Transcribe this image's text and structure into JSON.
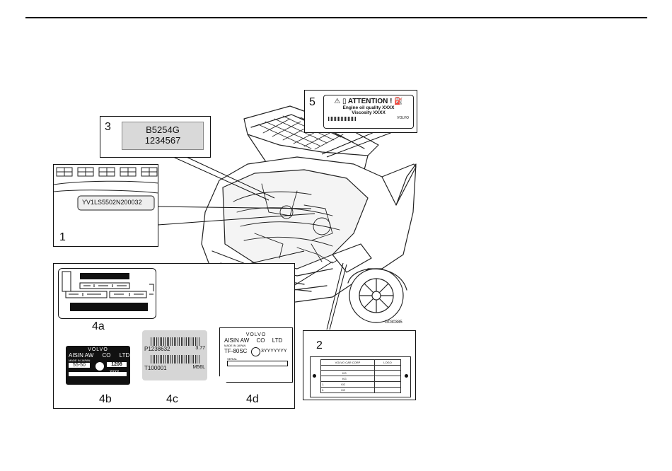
{
  "callouts": {
    "c1": "1",
    "c2": "2",
    "c3": "3",
    "c5": "5",
    "c4a": "4a",
    "c4b": "4b",
    "c4c": "4c",
    "c4d": "4d"
  },
  "label3": {
    "engine_code": "B5254G",
    "serial": "1234567"
  },
  "label1": {
    "vin": "YV1LS5502N200032"
  },
  "label5": {
    "heading": "ATTENTION !",
    "line1": "Engine oil quality XXXX",
    "line2": "Viscosity XXXX",
    "brand": "VOLVO"
  },
  "label4b": {
    "brand": "VOLVO",
    "maker": "AISIN AW",
    "co": "CO",
    "ltd": "LTD",
    "made": "MADE IN JAPAN",
    "model": "55-50",
    "code": "1208",
    "code2": "XXXX"
  },
  "label4c": {
    "part": "P1238632",
    "rev": "3.77",
    "serial": "T100001",
    "suffix": "M56L"
  },
  "label4d": {
    "brand": "VOLVO",
    "maker": "AISIN AW",
    "co": "CO",
    "ltd": "LTD",
    "made": "MADE IN JAPAN",
    "model": "TF-80SC",
    "serial": "3YYYYYYY",
    "serial_label": "SERIAL"
  },
  "label2": {
    "header_left": "VOLVO CAR CORP",
    "header_right": "LOGO",
    "row_unit": "KG",
    "row1_prefix": "1.",
    "row2_prefix": "2."
  },
  "figure_code": "G030385"
}
